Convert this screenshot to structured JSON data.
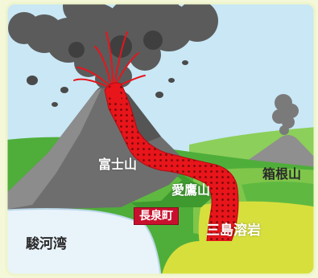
{
  "labels": {
    "fuji": "富士山",
    "ashitaka": "愛鷹山",
    "hakone": "箱根山",
    "nagaizumi": "長泉町",
    "mishima_lava": "三島溶岩",
    "suruga_bay": "駿河湾"
  },
  "colors": {
    "sky": "#c9e7f5",
    "smoke": "#5b5b5b",
    "smoke_light": "#8a8a8a",
    "volcano": "#6e6e6e",
    "lava": "#e8151b",
    "grass": "#4fae3a",
    "grass_light": "#7fc64b",
    "field": "#d7df3c",
    "sea": "#e9f3fa",
    "frame": "#f4f8d8",
    "town_badge": "#c8102e"
  }
}
